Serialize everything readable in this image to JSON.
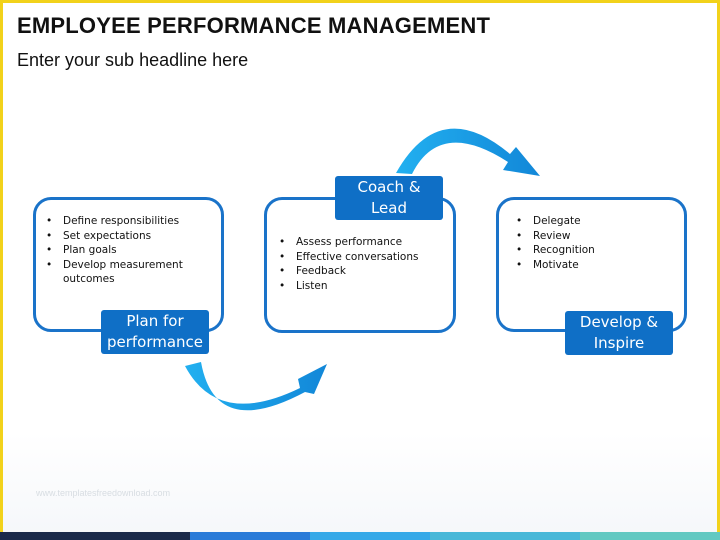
{
  "title": "EMPLOYEE PERFORMANCE MANAGEMENT",
  "subtitle": "Enter your sub headline here",
  "stages": [
    {
      "label_line1": "Plan for",
      "label_line2": "performance",
      "items": [
        "Define responsibilities",
        "Set expectations",
        "Plan goals",
        "Develop measurement",
        "outcomes"
      ]
    },
    {
      "label_line1": "Coach &",
      "label_line2": "Lead",
      "items": [
        "Assess performance",
        "Effective conversations",
        "Feedback",
        "Listen"
      ]
    },
    {
      "label_line1": "Develop &",
      "label_line2": "Inspire",
      "items": [
        "Delegate",
        "Review",
        "Recognition",
        "Motivate"
      ]
    }
  ],
  "watermark": "www.templatesfreedownload.com",
  "colors": {
    "accent": "#1a73c9",
    "tag": "#0f6fc6",
    "arrow": "#1ea6ea",
    "frame": "#f2d21b"
  }
}
